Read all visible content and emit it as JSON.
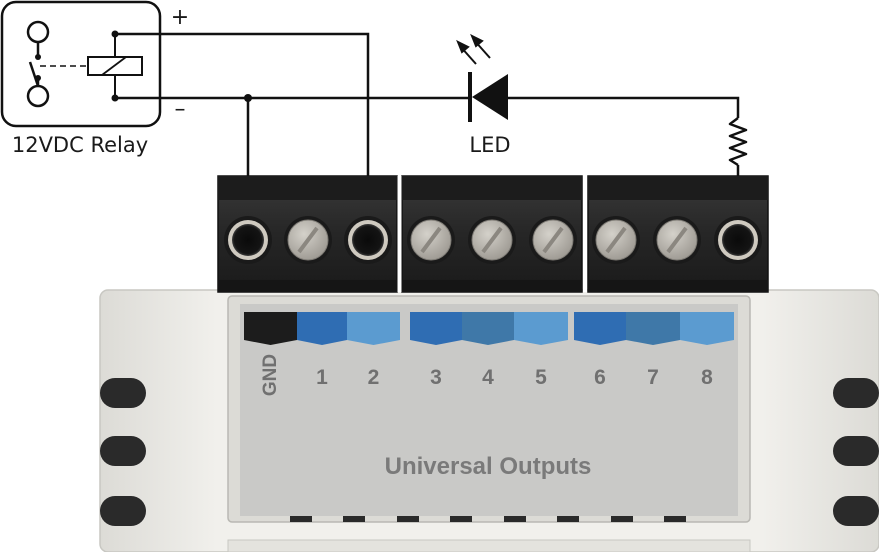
{
  "relay": {
    "label": "12VDC Relay",
    "plus_sign": "+",
    "minus_sign": "–"
  },
  "led": {
    "label": "LED"
  },
  "module": {
    "title": "Universal Outputs",
    "terminals": [
      "GND",
      "1",
      "2",
      "3",
      "4",
      "5",
      "6",
      "7",
      "8"
    ],
    "wired_terminals": [
      "GND",
      "2",
      "8"
    ]
  },
  "colors": {
    "wire": "#111111",
    "terminal_block": "#2b2b2b",
    "housing": "#ecebe6",
    "label_panel": "#c9c9c7",
    "gnd_strip": "#1c1c1c",
    "blue_dark": "#2f6db3",
    "blue_mid": "#3f78a8",
    "blue_light": "#5b9bd0"
  }
}
